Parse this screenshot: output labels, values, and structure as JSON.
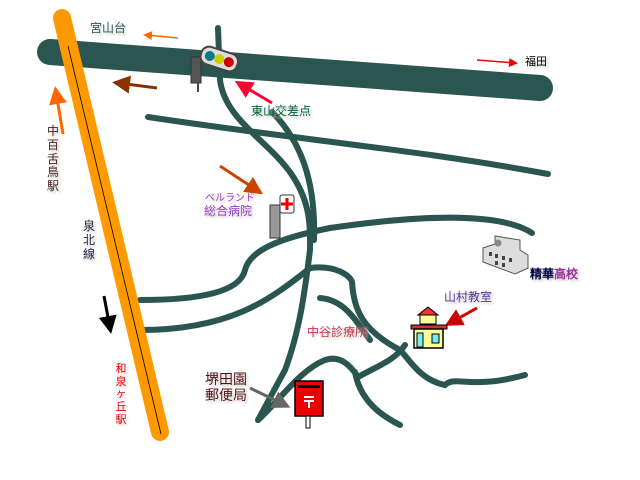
{
  "labels": {
    "miyamadai": "宮山台",
    "fukuda": "福田",
    "higashiyama": "東山交差点",
    "nakamozu": "中百舌鳥駅",
    "senboku": "泉北線",
    "bellland_1": "ベルランド",
    "bellland_2": "総合病院",
    "seika_1": "精華",
    "seika_2": "高校",
    "yamamura": "山村教室",
    "nakatani": "中谷診療所",
    "post_1": "堺田園",
    "post_2": "郵便局",
    "izumigaoka": "和泉ヶ丘駅"
  },
  "colors": {
    "road": "#2a5550",
    "rail": "#ff9900"
  }
}
